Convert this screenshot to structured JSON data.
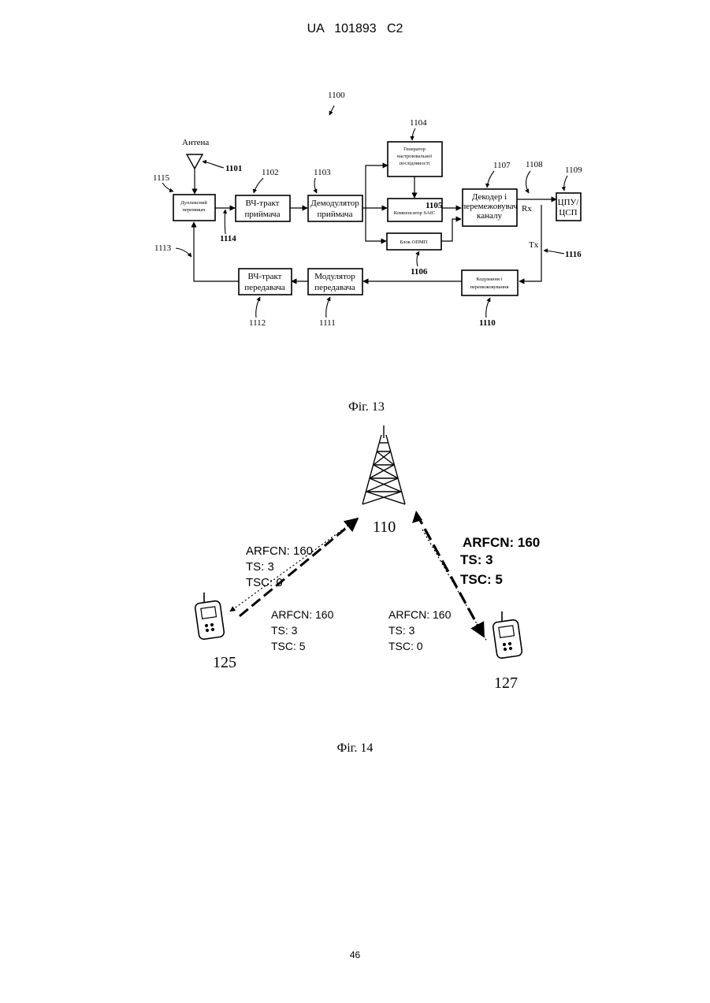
{
  "header": {
    "patent_number": "UA   101893   C2"
  },
  "footer": {
    "page_number": "46"
  },
  "fig13": {
    "caption": "Фіг. 13",
    "ref_main": "1100",
    "antenna_label": "Антена",
    "blocks": {
      "duplex": [
        "Дуплексний",
        "перемикач"
      ],
      "rf_rx": [
        "ВЧ-тракт",
        "приймача"
      ],
      "demod": [
        "Демодулятор",
        "приймача"
      ],
      "gen": [
        "Генератор",
        "настроювальної",
        "послідовності"
      ],
      "saic": "Компенсатор SAIC",
      "opmp": "Блок ОПМП",
      "decoder": [
        "Декодер і",
        "перемежовувач",
        "каналу"
      ],
      "cpu": [
        "ЦПУ/",
        "ЦСП"
      ],
      "coding": [
        "Кодування і",
        "перемежовування"
      ],
      "mod_tx": [
        "Модулятор",
        "передавача"
      ],
      "rf_tx": [
        "ВЧ-тракт",
        "передавача"
      ]
    },
    "signal_labels": {
      "rx": "Rx",
      "tx": "Tx"
    },
    "refs": {
      "r1101": "1101",
      "r1102": "1102",
      "r1103": "1103",
      "r1104": "1104",
      "r1105": "1105",
      "r1106": "1106",
      "r1107": "1107",
      "r1108": "1108",
      "r1109": "1109",
      "r1110": "1110",
      "r1111": "1111",
      "r1112": "1112",
      "r1113": "1113",
      "r1114": "1114",
      "r1115": "1115",
      "r1116": "1116"
    }
  },
  "fig14": {
    "caption": "Фіг. 14",
    "tower_ref": "110",
    "phone_left_ref": "125",
    "phone_right_ref": "127",
    "label_left_upper": [
      "ARFCN: 160",
      "TS: 3",
      "TSC: 0"
    ],
    "label_left_lower": [
      "ARFCN: 160",
      "TS: 3",
      "TSC: 5"
    ],
    "label_right_upper": [
      "ARFCN: 160",
      "TS: 3",
      "TSC: 5"
    ],
    "label_right_lower": [
      "ARFCN: 160",
      "TS: 3",
      "TSC: 0"
    ]
  }
}
